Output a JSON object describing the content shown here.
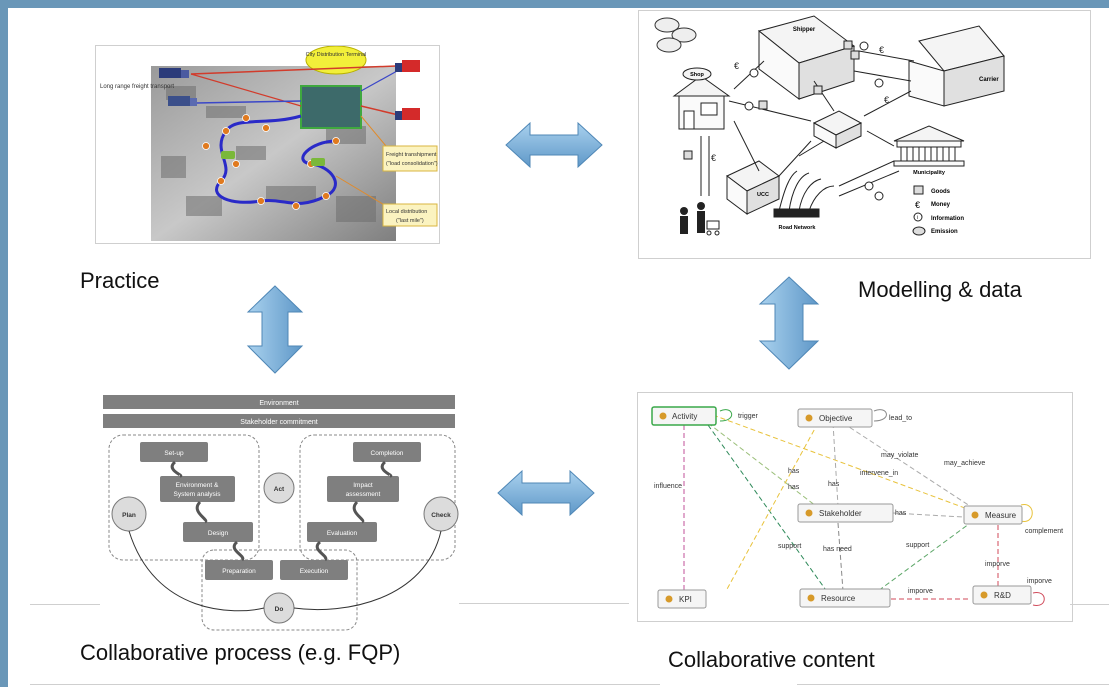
{
  "captions": {
    "practice": "Practice",
    "modelling": "Modelling & data",
    "process": "Collaborative process (e.g. FQP)",
    "content": "Collaborative content"
  },
  "practice_map": {
    "terminal": "City Distribution Terminal",
    "long_range": "Long range freight transport",
    "transhipment_1": "Freight transhipment",
    "transhipment_2": "(\"load consolidation\")",
    "local_1": "Local distribution",
    "local_2": "(\"last mile\")"
  },
  "model_sketch": {
    "shipper": "Shipper",
    "shop": "Shop",
    "carrier": "Carrier",
    "ucc": "UCC",
    "municipality": "Municipality",
    "road_network": "Road Network",
    "legend": [
      "Goods",
      "Money",
      "Information",
      "Emission"
    ],
    "euro": "€",
    "info": "i"
  },
  "process_diagram": {
    "environment": "Environment",
    "stakeholder": "Stakeholder commitment",
    "setup": "Set-up",
    "env_analysis_1": "Environment &",
    "env_analysis_2": "System analysis",
    "design": "Design",
    "completion": "Completion",
    "impact_1": "Impact",
    "impact_2": "assessment",
    "evaluation": "Evaluation",
    "preparation": "Preparation",
    "execution": "Execution",
    "plan": "Plan",
    "act": "Act",
    "check": "Check",
    "do": "Do"
  },
  "ontology": {
    "nodes": {
      "activity": "Activity",
      "objective": "Objective",
      "stakeholder": "Stakeholder",
      "measure": "Measure",
      "kpi": "KPI",
      "resource": "Resource",
      "rnd": "R&D"
    },
    "edges": {
      "trigger": "trigger",
      "lead_to": "lead_to",
      "may_violate": "may_violate",
      "may_achieve": "may_achieve",
      "intervene_in": "intervene_in",
      "has_a": "has",
      "has_b": "has",
      "has_c": "has",
      "has_d": "has",
      "influence": "influence",
      "support_a": "support",
      "support_b": "support",
      "has_need": "has need",
      "complement": "complement",
      "imporve_a": "imporve",
      "imporve_b": "imporve",
      "imporve_c": "imporve"
    },
    "colors": {
      "node_dot": "#d79a2a",
      "activity_border": "#3aa84a"
    }
  },
  "colors": {
    "frame": "#6a97b8",
    "arrow": "#7fb4d8",
    "arrow_dark": "#4f87b6"
  }
}
